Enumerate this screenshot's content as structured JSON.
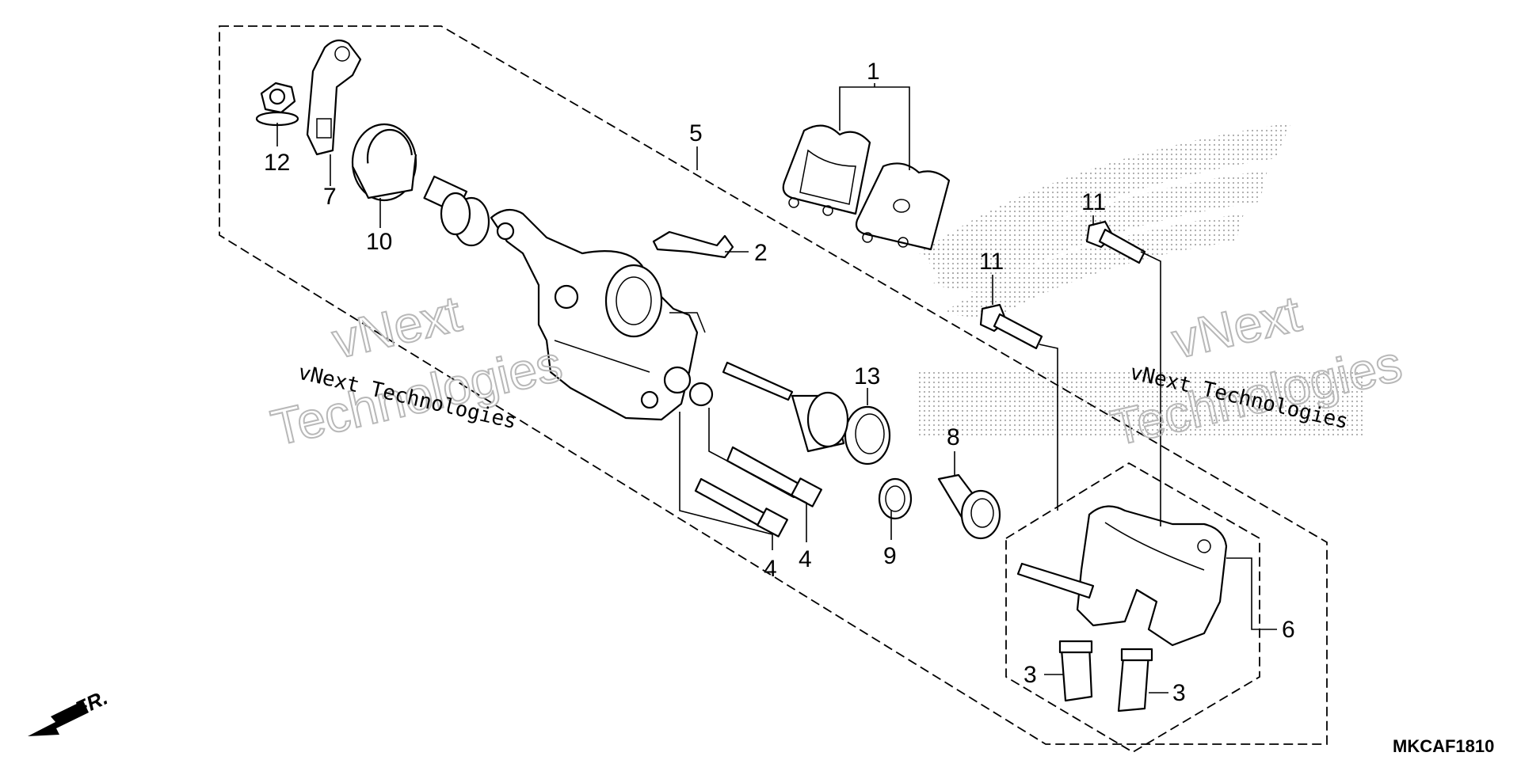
{
  "diagram_code": "MKCAF1810",
  "direction_label": "FR.",
  "watermarks": {
    "outline_top": "vNext",
    "outline_bottom": "Technologies",
    "plain": "vNext Technologies"
  },
  "callouts": {
    "c1": "1",
    "c2": "2",
    "c3a": "3",
    "c3b": "3",
    "c4a": "4",
    "c4b": "4",
    "c5": "5",
    "c6": "6",
    "c7": "7",
    "c8": "8",
    "c9": "9",
    "c10": "10",
    "c11a": "11",
    "c11b": "11",
    "c12": "12",
    "c13": "13"
  },
  "colors": {
    "line": "#000000",
    "watermark": "#b8b8b8",
    "background": "#ffffff"
  }
}
